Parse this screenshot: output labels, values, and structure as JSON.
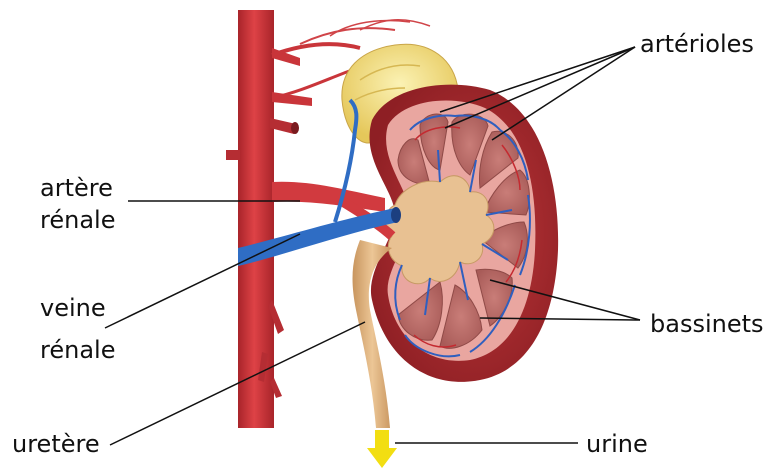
{
  "labels": {
    "arterioles": "artérioles",
    "artere_line1": "artère",
    "artere_line2": "rénale",
    "veine_line1": "veine",
    "veine_line2": "rénale",
    "bassinets": "bassinets",
    "uretere": "uretère",
    "urine": "urine"
  },
  "colors": {
    "artery": "#d83a3f",
    "artery_dark": "#a8242a",
    "vein": "#2f6dc4",
    "kidney_outer": "#b83437",
    "kidney_inner": "#e7a29c",
    "pelvis": "#e2b98a",
    "fat": "#f1df7a",
    "urine_arrow": "#f2de12"
  }
}
